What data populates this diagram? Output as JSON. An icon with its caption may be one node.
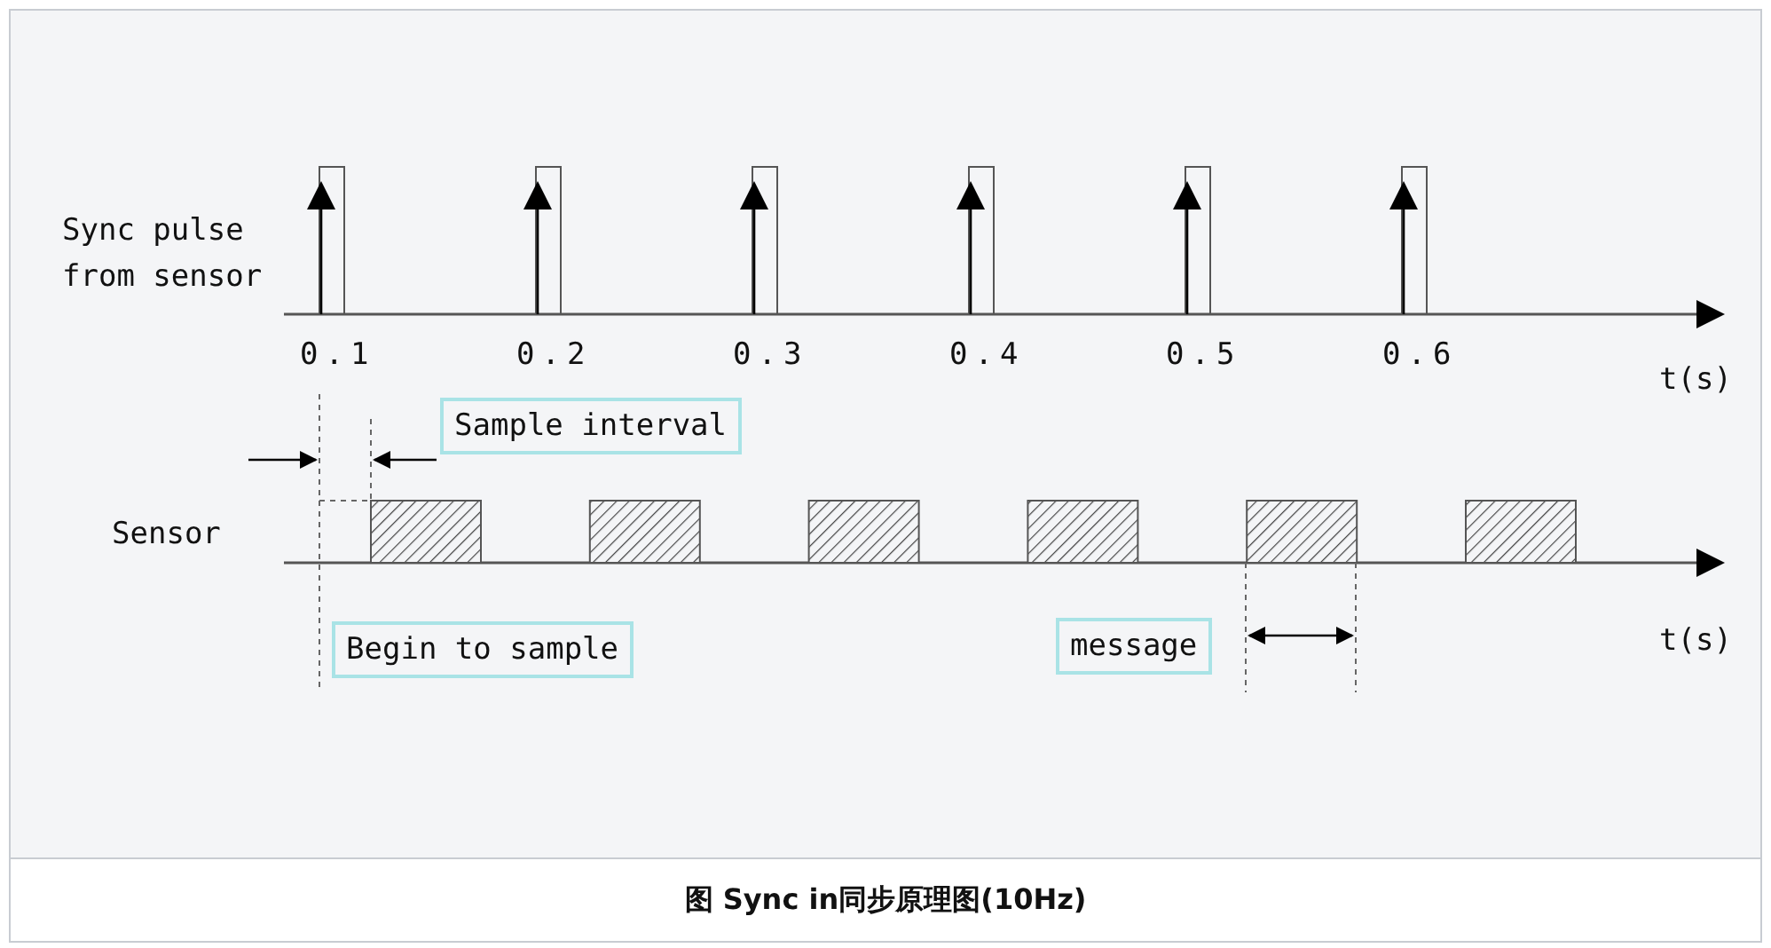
{
  "diagram": {
    "caption": "图 Sync in同步原理图(10Hz)",
    "nodes": [
      {
        "text": [
          "Sample interval"
        ]
      },
      {
        "text": [
          "Begin to sample"
        ]
      },
      {
        "text": [
          "message"
        ]
      }
    ],
    "labels": [
      "Sync pulse from sensor",
      "0.1",
      "0.2",
      "0.3",
      "0.4",
      "0.5",
      "0.6",
      "t(s)",
      "Sensor",
      "t(s)"
    ]
  }
}
